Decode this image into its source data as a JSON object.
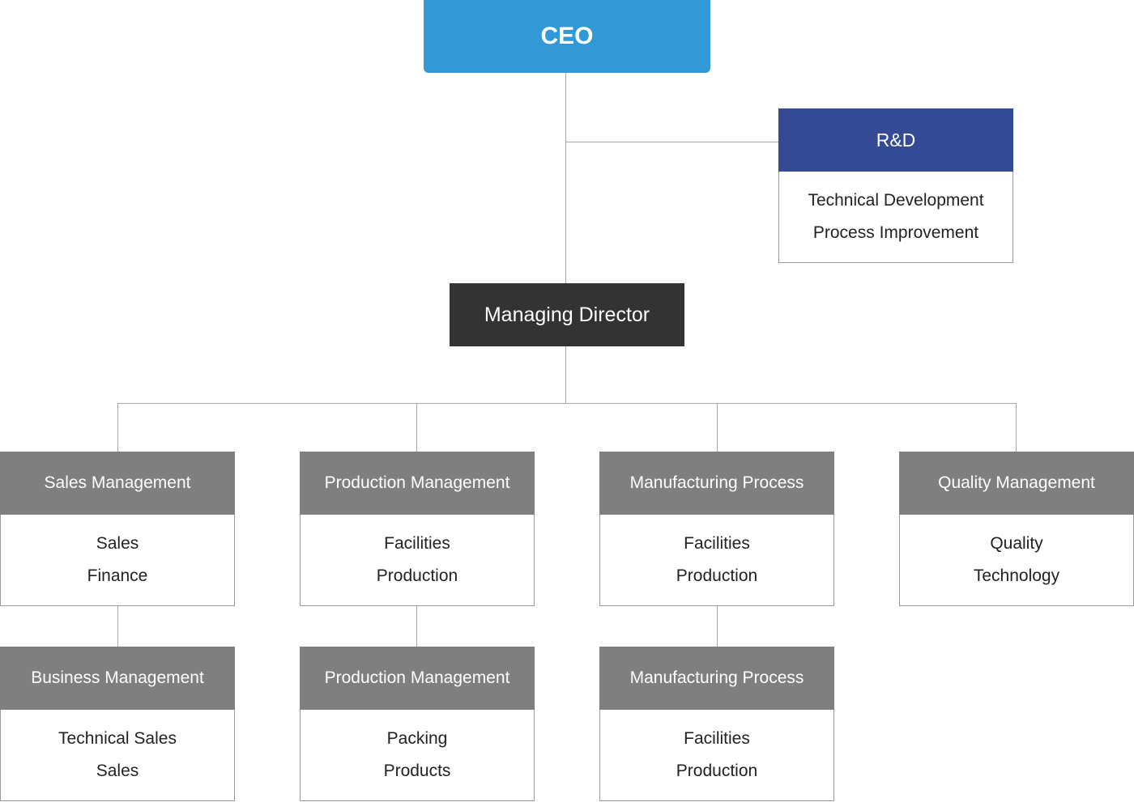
{
  "ceo": {
    "label": "CEO"
  },
  "rnd": {
    "title": "R&D",
    "items": [
      "Technical Development",
      "Process Improvement"
    ]
  },
  "managing_director": {
    "label": "Managing Director"
  },
  "departments": [
    {
      "title": "Sales Management",
      "items": [
        "Sales",
        "Finance"
      ]
    },
    {
      "title": "Production Management",
      "items": [
        "Facilities",
        "Production"
      ]
    },
    {
      "title": "Manufacturing Process",
      "items": [
        "Facilities",
        "Production"
      ]
    },
    {
      "title": "Quality Management",
      "items": [
        "Quality",
        "Technology"
      ]
    }
  ],
  "sub_departments": [
    {
      "title": "Business Management",
      "items": [
        "Technical Sales",
        "Sales"
      ]
    },
    {
      "title": "Production Management",
      "items": [
        "Packing",
        "Products"
      ]
    },
    {
      "title": "Manufacturing Process",
      "items": [
        "Facilities",
        "Production"
      ]
    }
  ],
  "colors": {
    "ceo": "#3399d6",
    "rnd_header": "#344a95",
    "managing_director": "#333333",
    "department_header": "#7f7f7f",
    "connector": "#a8a8a8"
  }
}
